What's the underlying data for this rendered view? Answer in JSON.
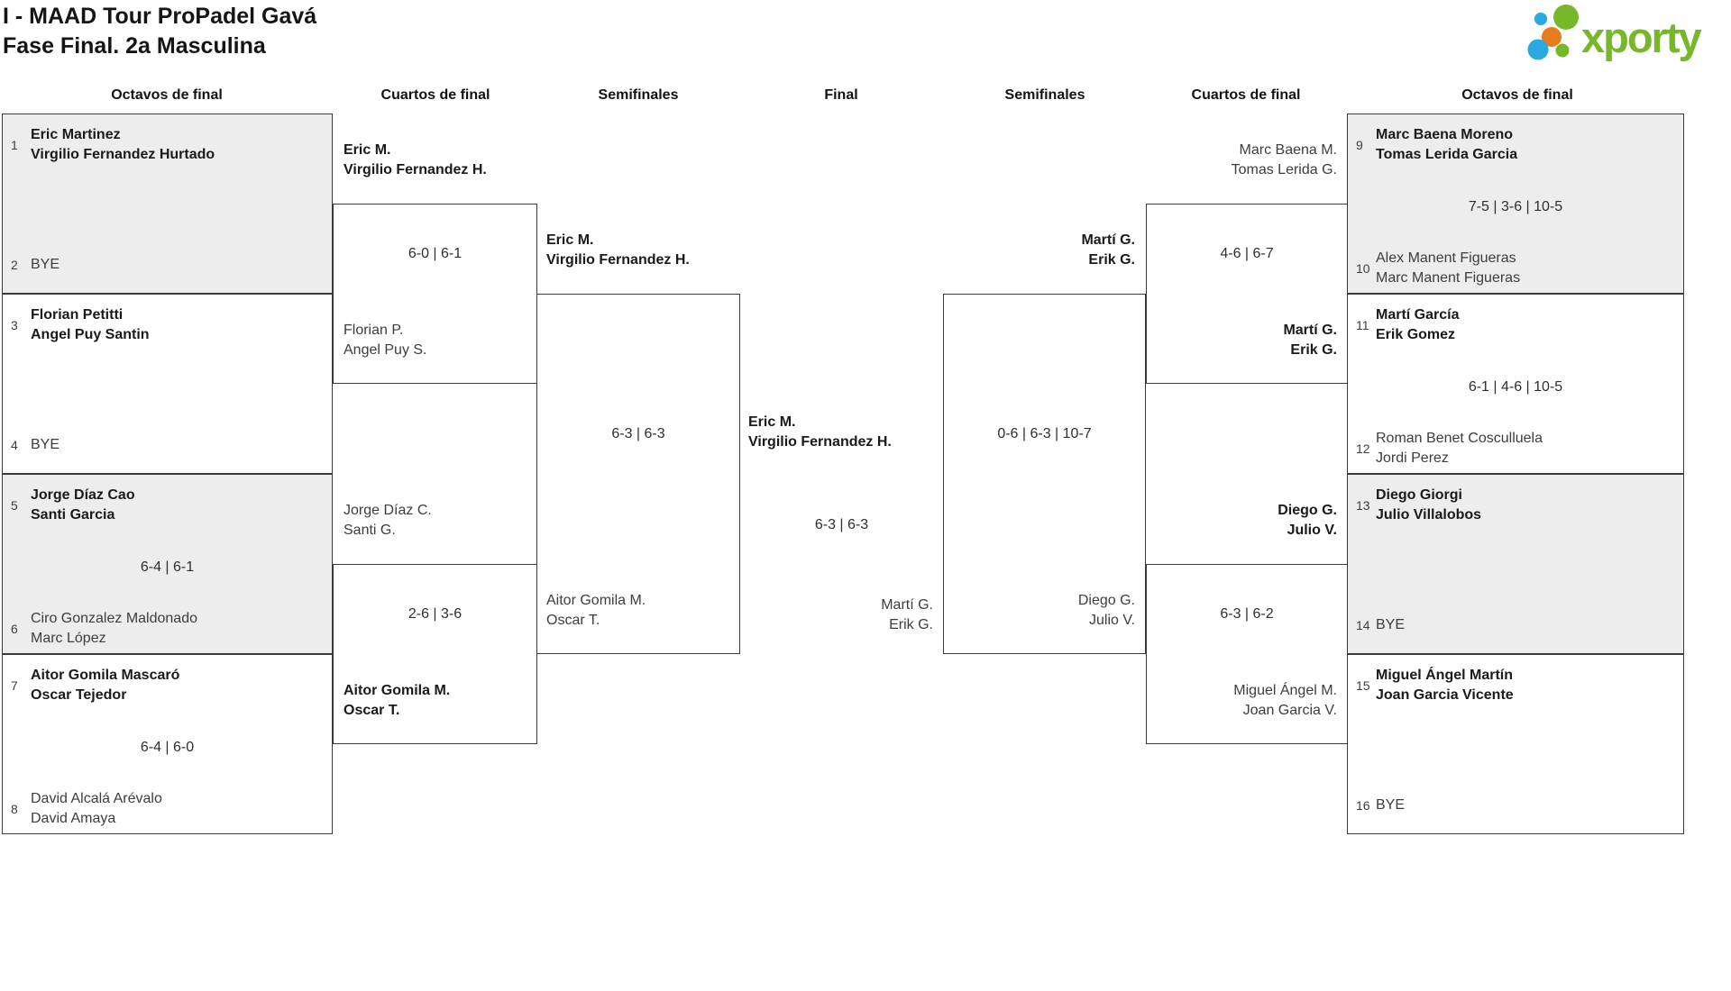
{
  "title": {
    "line1": "I - MAAD Tour ProPadel Gavá",
    "line2": "Fase Final. 2a Masculina"
  },
  "logo": {
    "text": "xporty"
  },
  "colors": {
    "logo_green": "#76b82a",
    "logo_blue": "#2aa9e0",
    "logo_orange": "#e87b1b",
    "box_gray": "#ededed",
    "border": "#3a3a3a"
  },
  "round_headers": {
    "l16": "Octavos de final",
    "lqf": "Cuartos de final",
    "lsf": "Semifinales",
    "final": "Final",
    "rsf": "Semifinales",
    "rqf": "Cuartos de final",
    "r16": "Octavos de final"
  },
  "l16": [
    {
      "winner": "top",
      "top": {
        "seed": "1",
        "l1": "Eric Martinez",
        "l2": "Virgilio Fernandez Hurtado"
      },
      "score": "",
      "bottom": {
        "seed": "2",
        "l1": "BYE"
      }
    },
    {
      "winner": "top",
      "top": {
        "seed": "3",
        "l1": "Florian Petitti",
        "l2": "Angel Puy Santin"
      },
      "score": "",
      "bottom": {
        "seed": "4",
        "l1": "BYE"
      }
    },
    {
      "winner": "top",
      "top": {
        "seed": "5",
        "l1": "Jorge Díaz Cao",
        "l2": "Santi Garcia"
      },
      "score": "6-4 | 6-1",
      "bottom": {
        "seed": "6",
        "l1": "Ciro Gonzalez Maldonado",
        "l2": "Marc López"
      }
    },
    {
      "winner": "top",
      "top": {
        "seed": "7",
        "l1": "Aitor Gomila Mascaró",
        "l2": "Oscar Tejedor"
      },
      "score": "6-4 | 6-0",
      "bottom": {
        "seed": "8",
        "l1": "David Alcalá Arévalo",
        "l2": "David Amaya"
      }
    }
  ],
  "r16": [
    {
      "winner": "top",
      "top": {
        "seed": "9",
        "l1": "Marc Baena Moreno",
        "l2": "Tomas Lerida Garcia"
      },
      "score": "7-5 | 3-6 | 10-5",
      "bottom": {
        "seed": "10",
        "l1": "Alex Manent Figueras",
        "l2": "Marc Manent Figueras"
      }
    },
    {
      "winner": "top",
      "top": {
        "seed": "11",
        "l1": "Martí García",
        "l2": "Erik Gomez"
      },
      "score": "6-1 | 4-6 | 10-5",
      "bottom": {
        "seed": "12",
        "l1": "Roman Benet Cosculluela",
        "l2": "Jordi Perez"
      }
    },
    {
      "winner": "top",
      "top": {
        "seed": "13",
        "l1": "Diego Giorgi",
        "l2": "Julio Villalobos"
      },
      "score": "",
      "bottom": {
        "seed": "14",
        "l1": "BYE"
      }
    },
    {
      "winner": "top",
      "top": {
        "seed": "15",
        "l1": "Miguel Ángel Martín",
        "l2": "Joan Garcia Vicente"
      },
      "score": "",
      "bottom": {
        "seed": "16",
        "l1": "BYE"
      }
    }
  ],
  "lqf": [
    {
      "winner": "top",
      "top": {
        "l1": "Eric M.",
        "l2": "Virgilio Fernandez H."
      },
      "score": "6-0 | 6-1",
      "bottom": {
        "l1": "Florian P.",
        "l2": "Angel Puy S."
      }
    },
    {
      "winner": "bottom",
      "top": {
        "l1": "Jorge Díaz C.",
        "l2": "Santi G."
      },
      "score": "2-6 | 3-6",
      "bottom": {
        "l1": "Aitor Gomila M.",
        "l2": "Oscar T."
      }
    }
  ],
  "rqf": [
    {
      "winner": "bottom",
      "top": {
        "l1": "Marc Baena M.",
        "l2": "Tomas Lerida G."
      },
      "score": "4-6 | 6-7",
      "bottom": {
        "l1": "Martí G.",
        "l2": "Erik G."
      }
    },
    {
      "winner": "top",
      "top": {
        "l1": "Diego G.",
        "l2": "Julio V."
      },
      "score": "6-3 | 6-2",
      "bottom": {
        "l1": "Miguel Ángel M.",
        "l2": "Joan Garcia V."
      }
    }
  ],
  "lsf": {
    "winner": "top",
    "top": {
      "l1": "Eric M.",
      "l2": "Virgilio Fernandez H."
    },
    "score": "6-3 | 6-3",
    "bottom": {
      "l1": "Aitor Gomila M.",
      "l2": "Oscar T."
    }
  },
  "rsf": {
    "winner": "top",
    "top": {
      "l1": "Martí G.",
      "l2": "Erik G."
    },
    "score": "0-6 | 6-3 | 10-7",
    "bottom": {
      "l1": "Diego G.",
      "l2": "Julio V."
    }
  },
  "final": {
    "winner": "top",
    "top": {
      "l1": "Eric M.",
      "l2": "Virgilio Fernandez H."
    },
    "score": "6-3 | 6-3",
    "bottom": {
      "l1": "Martí G.",
      "l2": "Erik G."
    }
  }
}
